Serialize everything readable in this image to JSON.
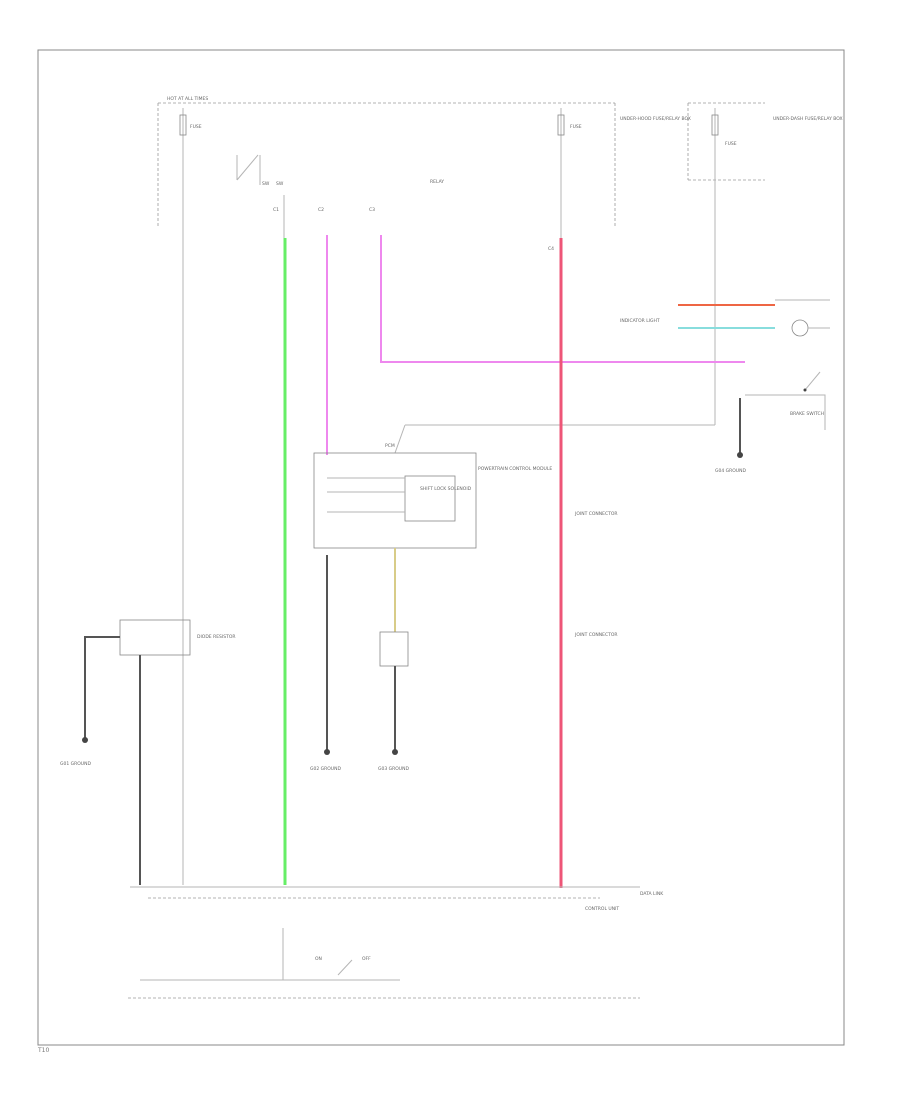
{
  "diagram": {
    "footer_code": "T10",
    "colors": {
      "green": "#66ee66",
      "violet": "#ee88ee",
      "red": "#ee5577",
      "yellow": "#d8cc88",
      "orange_red": "#ee6644",
      "cyan": "#88dddd",
      "gray": "#b5b5b5",
      "dark": "#555555"
    },
    "labels": {
      "fuse_box_left": "HOT AT ALL TIMES",
      "fuse_left": "FUSE",
      "fuse_center": "FUSE",
      "fuse_center_text": "UNDER-HOOD FUSE/RELAY BOX",
      "fuse_right": "FUSE",
      "fuse_right_text": "UNDER-DASH FUSE/RELAY BOX",
      "relay": "RELAY",
      "sw_a": "SW",
      "sw_b": "SW",
      "conn_1": "C1",
      "conn_2": "C2",
      "conn_3": "C3",
      "conn_4": "C4",
      "pcm": "PCM",
      "module_text": "POWERTRAIN CONTROL MODULE",
      "inner_text": "SHIFT LOCK SOLENOID",
      "inline_conn_1": "JOINT CONNECTOR",
      "inline_conn_2": "JOINT CONNECTOR",
      "left_component": "DIODE RESISTOR",
      "ground_left": "G01 GROUND",
      "ground_mid_1": "G02 GROUND",
      "ground_mid_2": "G03 GROUND",
      "ground_right": "G04 GROUND",
      "lamp_label": "INDICATOR LIGHT",
      "switch_right": "BRAKE SWITCH",
      "switch_bottom_on": "ON",
      "switch_bottom_off": "OFF",
      "bottom_module_1": "DATA LINK",
      "bottom_module_2": "CONTROL UNIT"
    }
  }
}
